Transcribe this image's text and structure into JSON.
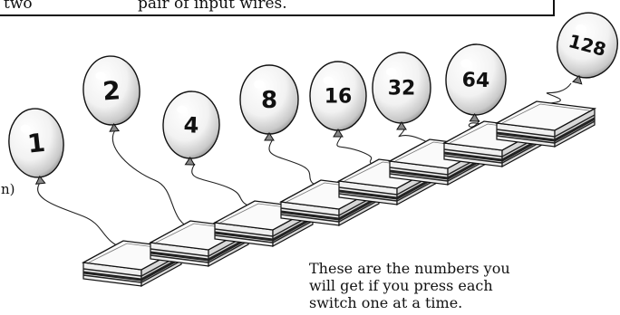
{
  "textbox": {
    "left_text": "two",
    "right_text": "pair of input wires."
  },
  "side_label": "n)",
  "balloons": [
    {
      "label": "1"
    },
    {
      "label": "2"
    },
    {
      "label": "4"
    },
    {
      "label": "8"
    },
    {
      "label": "16"
    },
    {
      "label": "32"
    },
    {
      "label": "64"
    },
    {
      "label": "128"
    }
  ],
  "caption": {
    "line1": "These are the numbers you",
    "line2": "will get if you press each",
    "line3": "switch one at a time."
  }
}
